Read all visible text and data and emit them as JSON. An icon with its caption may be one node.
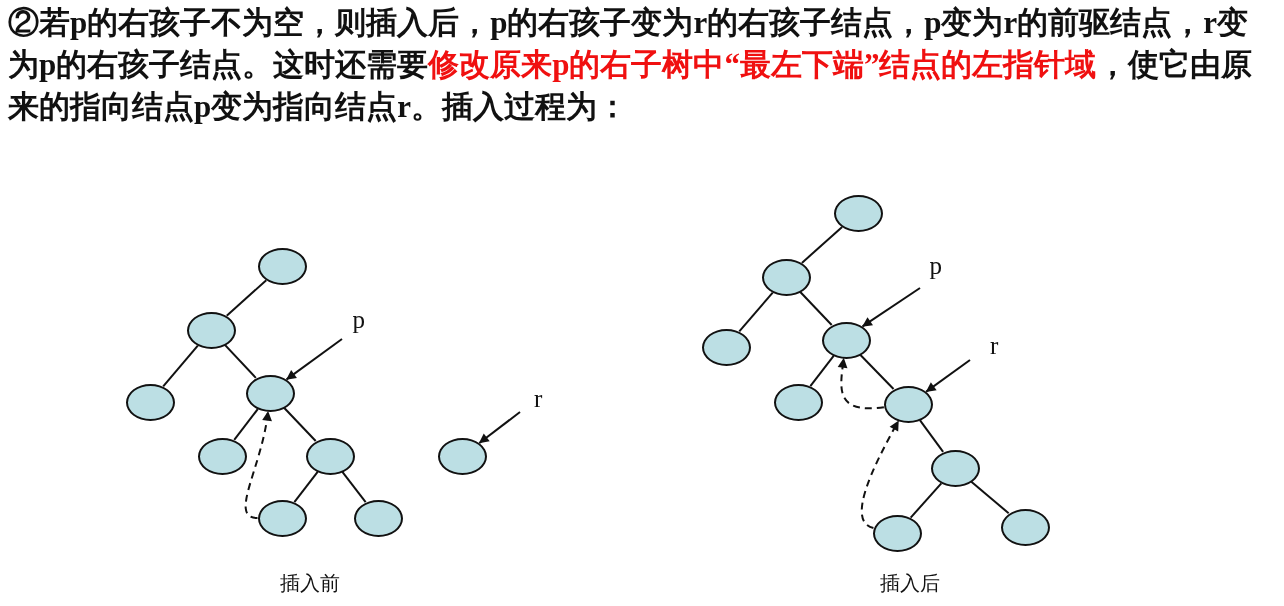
{
  "diagram": {
    "title": "②若p的右孩子不为空，则插入后，p的右孩子变为r的右孩子结点，p变为r的前驱结点，r变为p的右孩子结点。这时还需要**修改原来p的右子树中“最左下端”结点的左指针域**，使它由原来的指向结点p变为指向结点r。插入过程为：",
    "nodes": [
      {
        "text": [],
        "shape": "ellipse"
      },
      {
        "text": [],
        "shape": "ellipse"
      },
      {
        "text": [],
        "shape": "ellipse"
      },
      {
        "text": [],
        "shape": "ellipse"
      },
      {
        "text": [],
        "shape": "ellipse"
      },
      {
        "text": [],
        "shape": "ellipse"
      },
      {
        "text": [],
        "shape": "ellipse"
      },
      {
        "text": [],
        "shape": "ellipse"
      },
      {
        "text": [],
        "shape": "ellipse"
      },
      {
        "text": [
          "p"
        ]
      },
      {
        "text": [
          "r"
        ]
      },
      {
        "text": [],
        "shape": "ellipse"
      },
      {
        "text": [],
        "shape": "ellipse"
      },
      {
        "text": [],
        "shape": "ellipse"
      },
      {
        "text": [],
        "shape": "ellipse"
      },
      {
        "text": [],
        "shape": "ellipse"
      },
      {
        "text": [],
        "shape": "ellipse"
      },
      {
        "text": [],
        "shape": "ellipse"
      },
      {
        "text": [],
        "shape": "ellipse"
      },
      {
        "text": [],
        "shape": "ellipse"
      },
      {
        "text": [
          "p"
        ]
      },
      {
        "text": [
          "r"
        ]
      }
    ],
    "edges": [
      {
        "from": 0,
        "to": 1,
        "arrow": "none"
      },
      {
        "from": 1,
        "to": 2,
        "arrow": "none"
      },
      {
        "from": 1,
        "to": 3,
        "arrow": "none"
      },
      {
        "from": 3,
        "to": 4,
        "arrow": "none"
      },
      {
        "from": 3,
        "to": 5,
        "arrow": "none"
      },
      {
        "from": 5,
        "to": 6,
        "arrow": "none"
      },
      {
        "from": 5,
        "to": 7,
        "arrow": "none"
      },
      {
        "from": 6,
        "to": 3,
        "arrow": "to",
        "style": "dashed"
      },
      {
        "from": 9,
        "to": 3,
        "arrow": "to"
      },
      {
        "from": 10,
        "to": 8,
        "arrow": "to"
      },
      {
        "from": 11,
        "to": 12,
        "arrow": "none"
      },
      {
        "from": 12,
        "to": 13,
        "arrow": "none"
      },
      {
        "from": 12,
        "to": 14,
        "arrow": "none"
      },
      {
        "from": 14,
        "to": 15,
        "arrow": "none"
      },
      {
        "from": 14,
        "to": 16,
        "arrow": "none"
      },
      {
        "from": 16,
        "to": 17,
        "arrow": "none"
      },
      {
        "from": 17,
        "to": 18,
        "arrow": "none"
      },
      {
        "from": 17,
        "to": 19,
        "arrow": "none"
      },
      {
        "from": 16,
        "to": 14,
        "arrow": "to",
        "style": "dashed"
      },
      {
        "from": 18,
        "to": 16,
        "arrow": "to",
        "style": "dashed"
      },
      {
        "from": 20,
        "to": 14,
        "arrow": "to"
      },
      {
        "from": 21,
        "to": 16,
        "arrow": "to"
      }
    ],
    "labels": [
      "插入前",
      "插入后"
    ]
  }
}
